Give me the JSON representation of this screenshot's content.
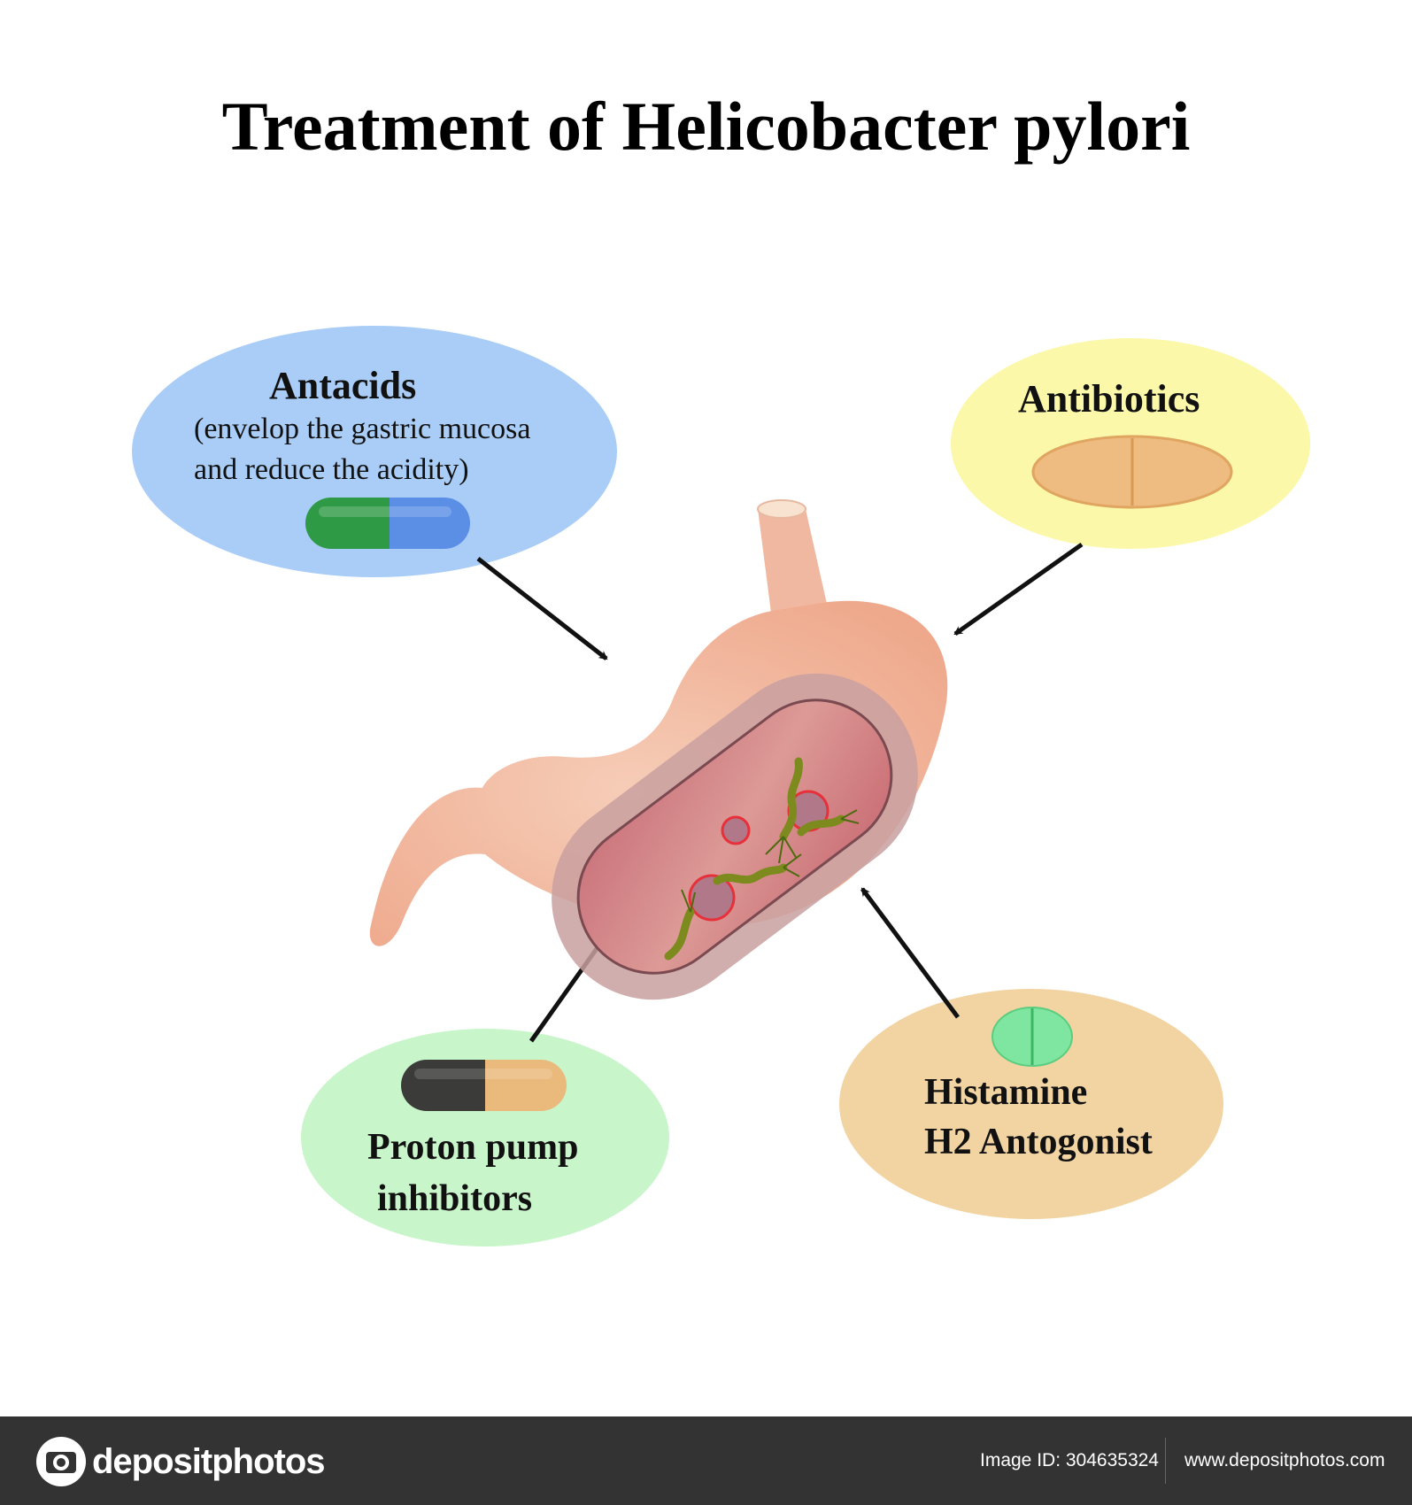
{
  "title": "Treatment of Helicobacter pylori",
  "colors": {
    "antacids_bg": "#a9cdf7",
    "antibiotics_bg": "#fbf8aa",
    "ppi_bg": "#c9f5ca",
    "histamine_bg": "#f2d4a3",
    "stomach": "#f2b9a0",
    "footer_bg": "#333333"
  },
  "treatments": {
    "antacids": {
      "label": "Antacids",
      "desc_line1": "(envelop the gastric mucosa",
      "desc_line2": "and reduce the acidity)",
      "icon": "capsule-green-blue-icon"
    },
    "antibiotics": {
      "label": "Antibiotics",
      "icon": "oval-tablet-icon"
    },
    "ppi": {
      "label_line1": "Proton pump",
      "label_line2": "inhibitors",
      "icon": "capsule-black-tan-icon"
    },
    "histamine": {
      "label_line1": "Histamine",
      "label_line2": "H2 Antogonist",
      "icon": "round-green-tablet-icon"
    }
  },
  "footer": {
    "logo": "depositphotos",
    "image_id": "Image ID: 304635324",
    "url": "www.depositphotos.com"
  }
}
